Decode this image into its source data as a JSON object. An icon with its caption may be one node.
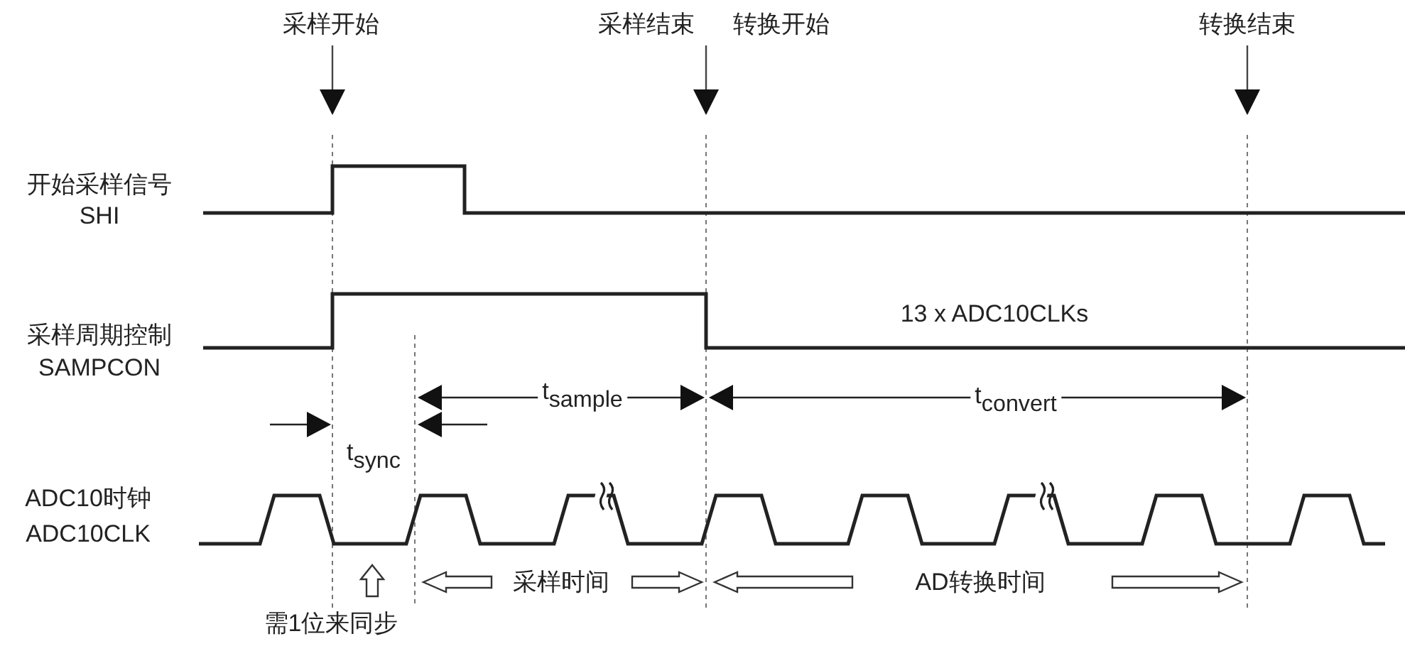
{
  "diagram": {
    "nodes": [
      {
        "text": [
          "采样开始"
        ]
      },
      {
        "text": [
          "采样结束"
        ]
      },
      {
        "text": [
          "转换开始"
        ]
      },
      {
        "text": [
          "转换结束"
        ]
      }
    ],
    "edges": [
      {
        "from": 0,
        "to": null,
        "arrow": "to"
      },
      {
        "from": 1,
        "to": null,
        "arrow": "to"
      },
      {
        "from": 2,
        "to": null,
        "arrow": "to"
      },
      {
        "from": 3,
        "to": null,
        "arrow": "to"
      }
    ],
    "labels": [
      "开始采样信号",
      "SHI",
      "采样周期控制",
      "SAMPCON",
      "13 x ADC10CLKs",
      "t$_{sample}$",
      "t$_{convert}$",
      "t$_{sync}$",
      "ADC10时钟",
      "ADC10CLK",
      "采样时间",
      "AD转换时间",
      "需1位来同步"
    ]
  }
}
